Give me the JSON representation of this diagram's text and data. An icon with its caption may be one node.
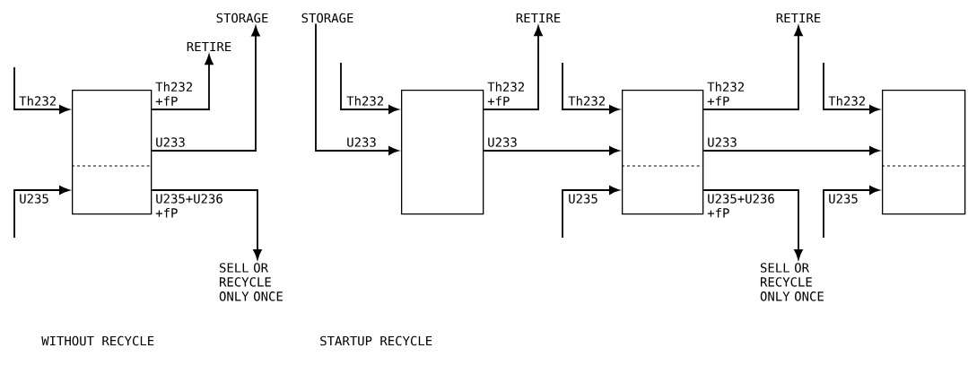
{
  "diagram": {
    "nodes": [
      {
        "text": [],
        "shape": "box"
      },
      {
        "text": [
          "STORAGE"
        ]
      },
      {
        "text": [
          "RETIRE"
        ]
      },
      {
        "text": [
          "SELL OR RECYCLE ONLY ONCE"
        ]
      },
      {
        "text": [
          "STORAGE"
        ]
      },
      {
        "text": [],
        "shape": "box"
      },
      {
        "text": [
          "RETIRE"
        ]
      },
      {
        "text": [],
        "shape": "box"
      },
      {
        "text": [
          "RETIRE"
        ]
      },
      {
        "text": [
          "SELL OR RECYCLE ONLY ONCE"
        ]
      },
      {
        "text": [],
        "shape": "box"
      }
    ],
    "edges": [
      {
        "from": null,
        "to": 0,
        "arrow": "to",
        "label": "Th232"
      },
      {
        "from": null,
        "to": 0,
        "arrow": "to",
        "label": "U235"
      },
      {
        "from": 0,
        "to": 2,
        "arrow": "to",
        "label": "Th232 +fP"
      },
      {
        "from": 0,
        "to": 1,
        "arrow": "to",
        "label": "U233"
      },
      {
        "from": 0,
        "to": 3,
        "arrow": "to",
        "label": "U235+U236 +fP"
      },
      {
        "from": 4,
        "to": 5,
        "arrow": "to",
        "label": "U233"
      },
      {
        "from": null,
        "to": 5,
        "arrow": "to",
        "label": "Th232"
      },
      {
        "from": 5,
        "to": 6,
        "arrow": "to",
        "label": "Th232 +fP"
      },
      {
        "from": 5,
        "to": 7,
        "arrow": "to",
        "label": "U233"
      },
      {
        "from": null,
        "to": 7,
        "arrow": "to",
        "label": "Th232"
      },
      {
        "from": null,
        "to": 7,
        "arrow": "to",
        "label": "U235"
      },
      {
        "from": 7,
        "to": 8,
        "arrow": "to",
        "label": "Th232 +fP"
      },
      {
        "from": 7,
        "to": 10,
        "arrow": "to",
        "label": "U233"
      },
      {
        "from": 7,
        "to": 9,
        "arrow": "to",
        "label": "U235+U236 +fP"
      },
      {
        "from": null,
        "to": 10,
        "arrow": "to",
        "label": "Th232"
      },
      {
        "from": null,
        "to": 10,
        "arrow": "to",
        "label": "U235"
      }
    ],
    "labels": [
      "WITHOUT RECYCLE",
      "STARTUP RECYCLE"
    ]
  }
}
